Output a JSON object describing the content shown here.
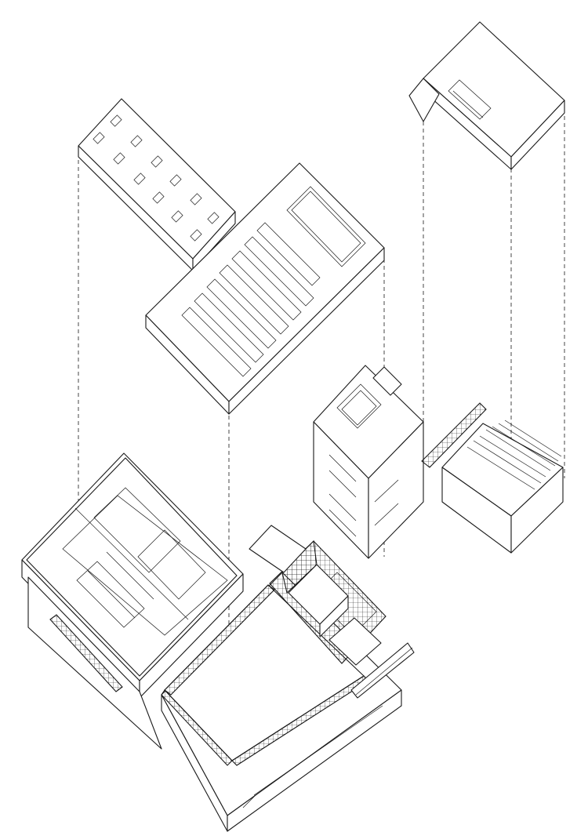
{
  "drawing": {
    "style": "exploded axonometric line drawing",
    "ink_color": "#1a1a1a",
    "paper_color": "#ffffff",
    "components": [
      {
        "id": "office-slab",
        "label": ""
      },
      {
        "id": "skylight-roof",
        "label": ""
      },
      {
        "id": "auditorium-roof",
        "label": ""
      },
      {
        "id": "gallery-block",
        "label": ""
      },
      {
        "id": "courtyard",
        "label": ""
      },
      {
        "id": "tower",
        "label": ""
      },
      {
        "id": "auditorium",
        "label": ""
      }
    ]
  }
}
